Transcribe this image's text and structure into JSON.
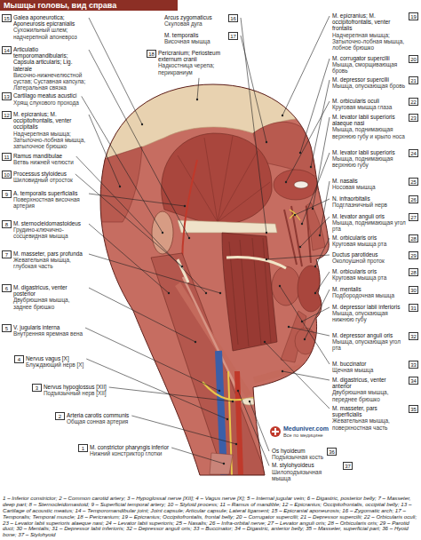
{
  "diagram": {
    "title": "Мышцы головы, вид справа",
    "caption": "1 – Inferior constrictor; 2 – Common carotid artery; 3 – Hypoglossal nerve [XII]; 4 – Vagus nerve [X]; 5 – Internal jugular vein; 6 – Digastric, posterior belly; 7 – Masseter, deep part; 8 – Sternocleidomastoid; 9 – Superficial temporal artery; 10 – Styloid process; 11 – Ramus of mandible; 12 – Epicranius; Occipitofrontalis, occipital belly; 13 – Cartilage of acoustic meatus; 14 – Temporomandibular joint; Joint capsule; Articular capsule; Lateral ligament; 15 – Epicranial aponeurosis; 16 – Zygomatic arch; 17 – Temporalis; Temporal muscle; 18 – Pericranium; 19 – Epicranius; Occipitofrontalis, frontal belly; 20 – Corrugator supercilii; 21 – Depressor supercilii; 22 – Orbicularis oculi; 23 – Levator labii superioris alaeque nasi; 24 – Levator labii superioris; 25 – Nasalis; 26 – Infra-orbital nerve; 27 – Levator anguli oris; 28 – Orbicularis oris; 29 – Parotid duct; 30 – Mentalis; 31 – Depressor labii inferioris; 32 – Depressor anguli oris; 33 – Buccinator; 34 – Digastric, anterior belly; 35 – Masseter, superficial part; 36 – Hyoid bone; 37 – Stylohyoid",
    "labels": [
      "15",
      "Galea aponeurotica; Aponeurosis epicranialis",
      "Сухожильный шлем; надчерепной апоневроз",
      "14",
      "Articulatio temporomandibularis; Capsula articularis; Lig. laterale",
      "Височно-нижнечелюстной сустав; Суставная капсула; Латеральная связка",
      "13",
      "Cartilago meatus acustici",
      "Хрящ слухового прохода",
      "12",
      "M. epicranius; M. occipitofrontalis, venter occipitalis",
      "Надчерепная мышца; Затылочно-лобная мышца, затылочное брюшко",
      "11",
      "Ramus mandibulae",
      "Ветвь нижней челюсти",
      "10",
      "Processus styloideus",
      "Шиловидный отросток",
      "9",
      "A. temporalis superficialis",
      "Поверхностная височная артерия",
      "8",
      "M. sternocleidomastoideus",
      "Грудино-ключично-сосцевидная мышца",
      "7",
      "M. masseter, pars profunda",
      "Жевательная мышца, глубокая часть",
      "6",
      "M. digastricus, venter posterior",
      "Двубрюшная мышца, заднее брюшко",
      "5",
      "V. jugularis interna",
      "Внутренняя яремная вена",
      "4",
      "Nervus vagus [X]",
      "Блуждающий нерв [X]",
      "3",
      "Nervus hypoglossus [XII]",
      "Подъязычный нерв [XII]",
      "2",
      "Arteria carotis communis",
      "Общая сонная артерия",
      "1",
      "M. constrictor pharyngis inferior",
      "Нижний констриктор глотки",
      "16",
      "Arcus zygomaticus",
      "Скуловая дуга",
      "17",
      "M. temporalis",
      "Височная мышца",
      "18",
      "Pericranium; Periosteum externum cranii",
      "Надкостница черепа; перикраниум",
      "19",
      "M. epicranius; M. occipitofrontalis, venter frontalis",
      "Надчерепная мышца; Затылочно-лобная мышца, лобное брюшко",
      "20",
      "M. corrugator supercilii",
      "Мышца, сморщивающая бровь",
      "21",
      "M. depressor supercilii",
      "Мышца, опускающая бровь",
      "22",
      "M. orbicularis oculi",
      "Круговая мышца глаза",
      "23",
      "M. levator labii superioris alaeque nasi",
      "Мышца, поднимающая верхнюю губу и крыло носа",
      "24",
      "M. levator labii superioris",
      "Мышца, поднимающая верхнюю губу",
      "25",
      "M. nasalis",
      "Носовая мышца",
      "26",
      "N. infraorbitalis",
      "Подглазничный нерв",
      "27",
      "M. levator anguli oris",
      "Мышца, поднимающая угол рта",
      "28",
      "M. orbicularis oris",
      "Круговая мышца рта",
      "29",
      "Ductus parotideus",
      "Околоушной проток",
      "28",
      "M. orbicularis oris",
      "Круговая мышца рта",
      "30",
      "M. mentalis",
      "Подбородочная мышца",
      "31",
      "M. depressor labii inferioris",
      "Мышца, опускающая нижнюю губу",
      "32",
      "M. depressor anguli oris",
      "Мышца, опускающая угол рта",
      "33",
      "M. buccinator",
      "Щечная мышца",
      "34",
      "M. digastricus, venter anterior",
      "Двубрюшная мышца, переднее брюшко",
      "35",
      "M. masseter, pars superficialis",
      "Жевательная мышца, поверхностная часть",
      "36",
      "Os hyoideum",
      "Подъязычная кость",
      "37",
      "M. stylohyoideus",
      "Шилоподъязычная мышца",
      "Meduniver.com",
      "Все по медицине"
    ]
  }
}
